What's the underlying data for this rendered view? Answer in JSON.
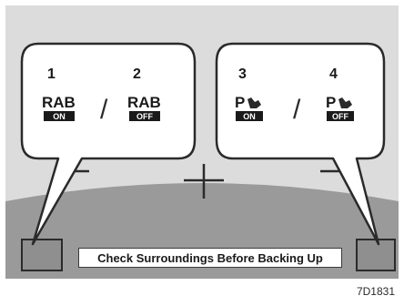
{
  "colors": {
    "screen_bg": "#dcdcdc",
    "ground": "#9a9a9a",
    "bubble_bg": "#ffffff",
    "stroke": "#2a2a2a",
    "badge_bg": "#1a1a1a",
    "badge_text": "#ffffff"
  },
  "bubbles": {
    "left": {
      "item1": {
        "number": "1",
        "label": "RAB",
        "badge": "ON"
      },
      "item2": {
        "number": "2",
        "label": "RAB",
        "badge": "OFF"
      },
      "separator": "/"
    },
    "right": {
      "item3": {
        "number": "3",
        "label": "P",
        "badge": "ON",
        "icon": "parking-hand-icon"
      },
      "item4": {
        "number": "4",
        "label": "P",
        "badge": "OFF",
        "icon": "parking-hand-icon"
      },
      "separator": "/"
    }
  },
  "message": "Check Surroundings Before Backing Up",
  "figure_code": "7D1831"
}
